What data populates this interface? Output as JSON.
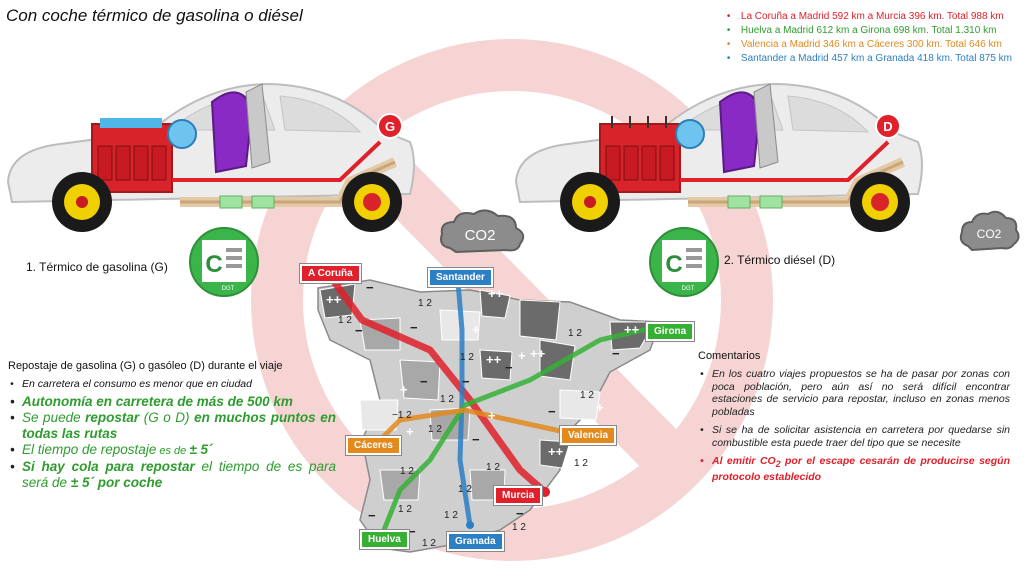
{
  "title": "Con coche térmico de gasolina o diésel",
  "routes": [
    {
      "text": "La Coruña  a Madrid  592 km a Murcia  396 km. Total  988 km",
      "color": "#e0202a"
    },
    {
      "text": "Huelva  a Madrid  612 km a Girona  698 km. Total 1.310 km",
      "color": "#2e9c2e"
    },
    {
      "text": "Valencia  a Madrid  346 km a Cáceres  300 km. Total  646 km",
      "color": "#e38a1e"
    },
    {
      "text": "Santander  a Madrid  457 km a Granada  418 km. Total  875 km",
      "color": "#2b7fc4"
    }
  ],
  "car_gasoline": {
    "badge": "G",
    "label": "1. Térmico de gasolina (G)",
    "co2": "CO2"
  },
  "car_diesel": {
    "badge": "D",
    "label": "2. Térmico diésel (D)",
    "co2": "CO2"
  },
  "dgt_label": {
    "letter": "C",
    "brand": "DGT"
  },
  "cities": {
    "coruna": "A Coruña",
    "santander": "Santander",
    "girona": "Girona",
    "caceres": "Cáceres",
    "valencia": "Valencia",
    "murcia": "Murcia",
    "huelva": "Huelva",
    "granada": "Granada"
  },
  "map_marks": {
    "half": "1 2",
    "minus": "−",
    "plus": "+",
    "plusplus": "++",
    "minus_half": "−1 2"
  },
  "left_panel": {
    "heading": "Repostaje de gasolina (G) o gasóleo (D) durante el viaje",
    "item1": "En carretera el consumo es menor que en ciudad",
    "item2": "Autonomía en carretera de más de 500 km",
    "item3_a": "Se puede ",
    "item3_b": "repostar",
    "item3_c": " (G o D) ",
    "item3_d": "en muchos puntos en todas las rutas",
    "item4_a": "El tiempo de repostaje",
    "item4_b": " es de ",
    "item4_c": "± 5´",
    "item5_a": "Si hay cola para repostar",
    "item5_b": " el tiempo de es para será de ",
    "item5_c": "± 5´ por coche"
  },
  "right_panel": {
    "heading": "Comentarios",
    "item1": "En los cuatro viajes propuestos se ha de pasar por zonas con poca población, pero aún así no será difícil encontrar estaciones de servicio para repostar, incluso en zonas menos pobladas",
    "item2": "Si se ha de solicitar asistencia en carretera por quedarse sin combustible esta puede traer del tipo que se necesite",
    "item3_a": "Al emitir CO",
    "item3_sub": "2",
    "item3_b": " por el escape cesarán de producirse según protocolo establecido"
  }
}
